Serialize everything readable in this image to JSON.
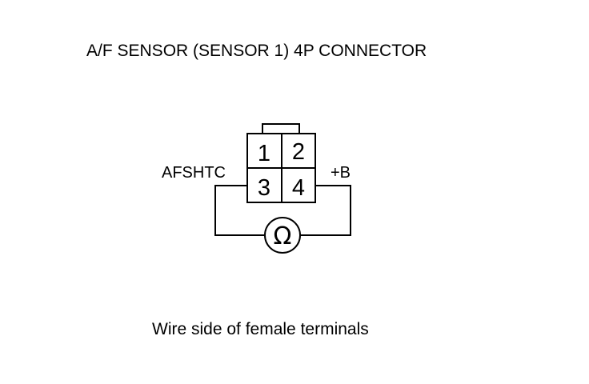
{
  "title": "A/F SENSOR (SENSOR 1) 4P CONNECTOR",
  "connector": {
    "pins": [
      "1",
      "2",
      "3",
      "4"
    ]
  },
  "labels": {
    "left_terminal": "AFSHTC",
    "right_terminal": "+B"
  },
  "meter": {
    "symbol": "Ω",
    "icon": "ohmmeter-icon"
  },
  "caption": "Wire side of female terminals"
}
